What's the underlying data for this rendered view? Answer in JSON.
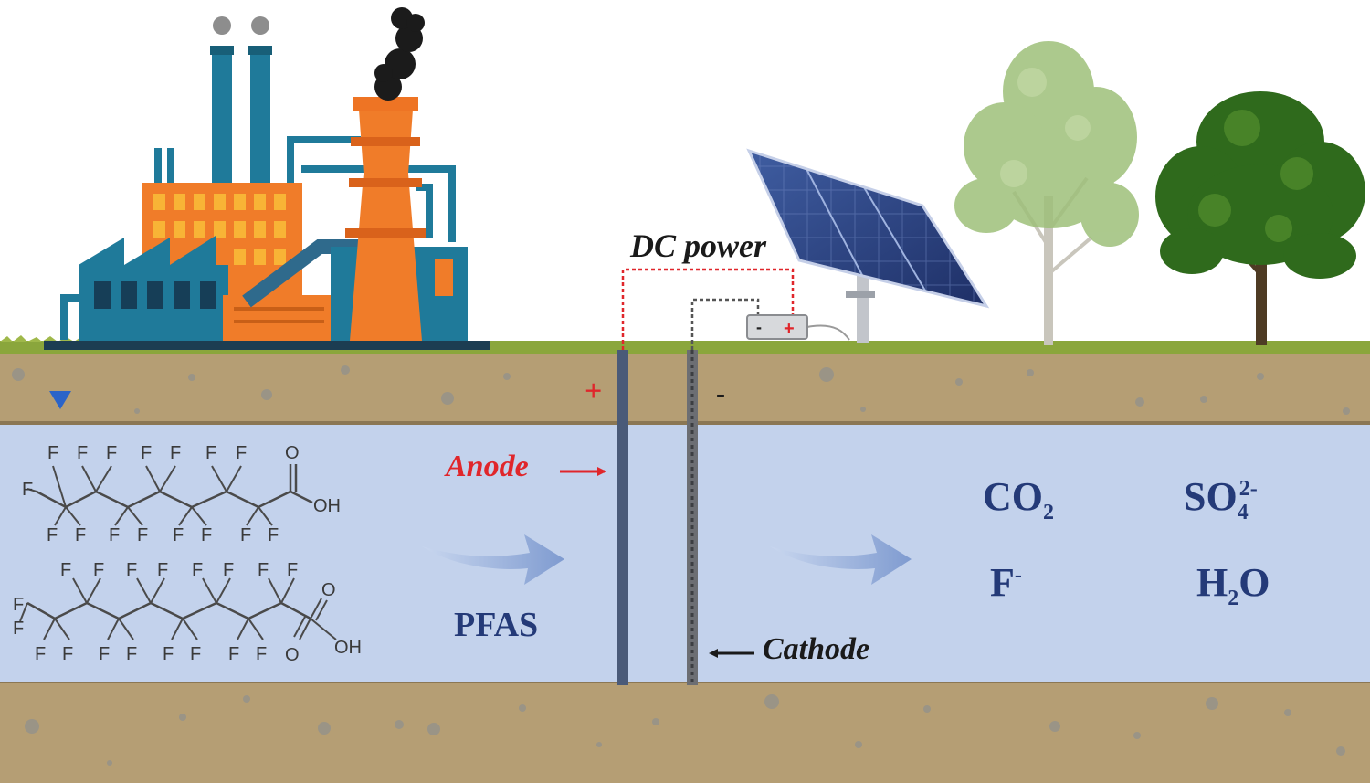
{
  "labels": {
    "dc_power": "DC power",
    "anode": "Anode",
    "cathode": "Cathode",
    "plus": "+",
    "minus": "-",
    "pfas": "PFAS",
    "battery_minus": "-",
    "battery_plus": "+"
  },
  "products": {
    "co2": {
      "main": "CO",
      "sub": "2"
    },
    "so4": {
      "main": "SO",
      "sub": "4",
      "sup": "2-"
    },
    "f": {
      "main": "F",
      "sup": "-"
    },
    "h2o": {
      "main": "H",
      "sub": "2",
      "tail": "O"
    }
  },
  "molecules": {
    "fluorine": "F",
    "carbonyl_oxygen": "O",
    "hydroxyl": "OH"
  },
  "colors": {
    "sky": "#ffffff",
    "soil": "#b59e74",
    "aquifer": "#c3d2ec",
    "grass": "#8aa63c",
    "text_blue": "#243a78",
    "anode_red": "#e0262b",
    "factory_orange": "#f07c29",
    "factory_teal": "#1f7a9a"
  }
}
